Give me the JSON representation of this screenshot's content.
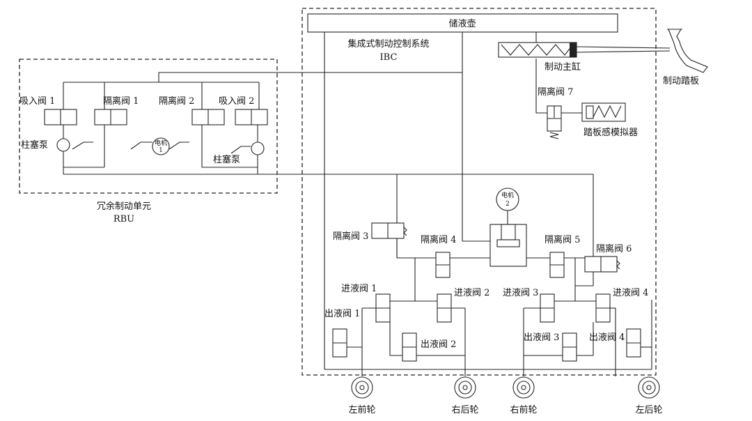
{
  "labels": {
    "reservoir": "储液壶",
    "ibc_title": "集成式制动控制系统",
    "ibc_abbr": "IBC",
    "master_cyl": "制动主缸",
    "brake_pedal": "制动踏板",
    "iso7": "隔离阀 7",
    "pedal_sim": "踏板感模拟器",
    "rbu_title": "冗余制动单元",
    "rbu_abbr": "RBU",
    "suction1": "吸入阀 1",
    "iso1": "隔离阀 1",
    "iso2": "隔离阀 2",
    "suction2": "吸入阀 2",
    "pump_left": "柱塞泵",
    "pump_right": "柱塞泵",
    "motor1": "电机",
    "motor1_num": "1",
    "motor2": "电机",
    "motor2_num": "2",
    "iso3": "隔离阀 3",
    "iso4": "隔离阀 4",
    "iso5": "隔离阀 5",
    "iso6": "隔离阀 6",
    "inlet1": "进液阀 1",
    "inlet2": "进液阀 2",
    "inlet3": "进液阀 3",
    "inlet4": "进液阀 4",
    "outlet1": "出液阀 1",
    "outlet2": "出液阀 2",
    "outlet3": "出液阀 3",
    "outlet4": "出液阀 4",
    "wheel_fl": "左前轮",
    "wheel_rr": "右后轮",
    "wheel_fr": "右前轮",
    "wheel_rl": "左后轮"
  }
}
